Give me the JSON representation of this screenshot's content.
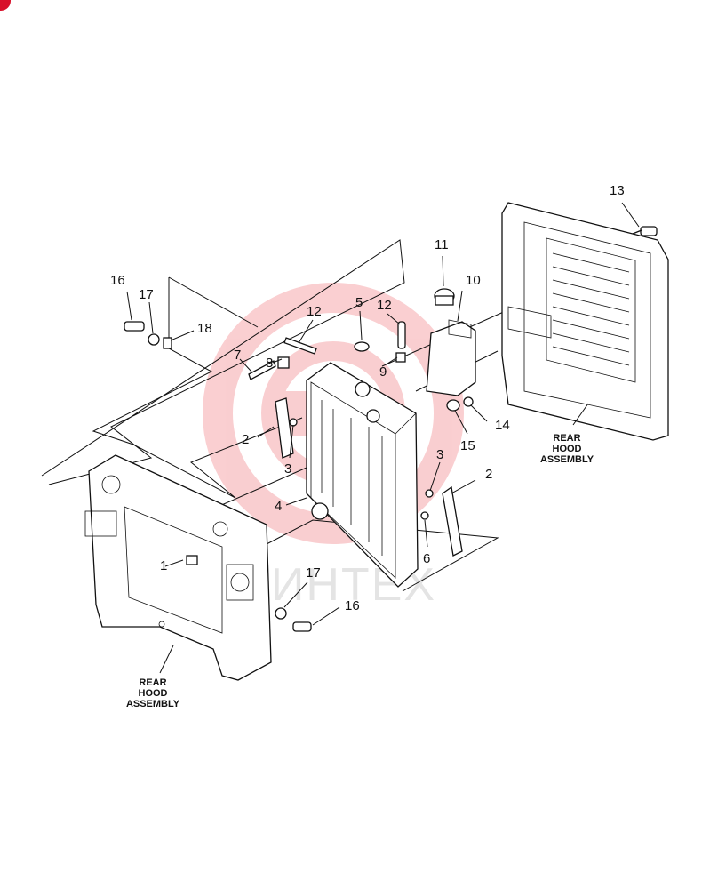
{
  "callouts": [
    "1",
    "2",
    "2",
    "3",
    "3",
    "4",
    "5",
    "6",
    "7",
    "8",
    "9",
    "10",
    "11",
    "12",
    "12",
    "13",
    "14",
    "15",
    "16",
    "16",
    "17",
    "17",
    "18"
  ],
  "captions": {
    "rear_hood_right": [
      "REAR",
      "HOOD",
      "ASSEMBLY"
    ],
    "rear_hood_left": [
      "REAR",
      "HOOD",
      "ASSEMBLY"
    ]
  },
  "watermark": {
    "text": "ИНТЕХ",
    "color": "#e8262f"
  }
}
